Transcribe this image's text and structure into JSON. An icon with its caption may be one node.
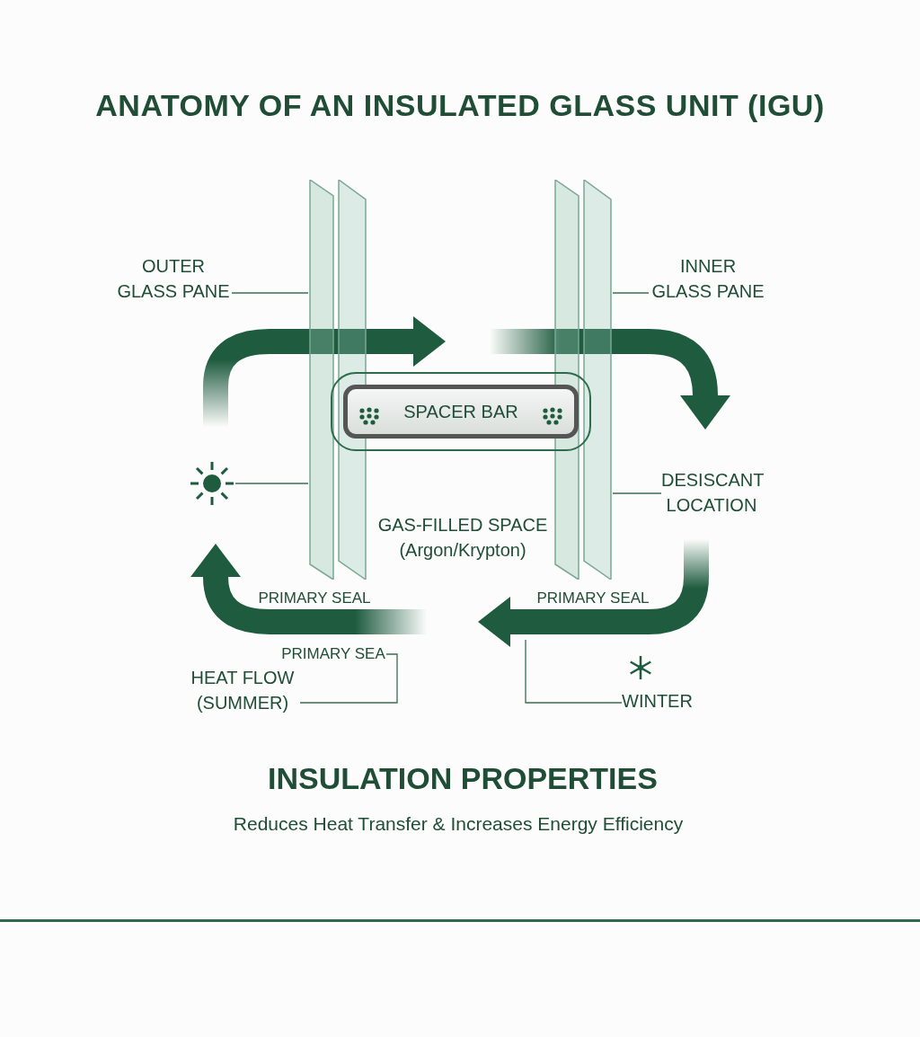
{
  "diagram": {
    "title": "ANATOMY OF AN INSULATED GLASS UNIT (IGU)",
    "nodes": [
      {
        "text": [
          "OUTER GLASS PANE"
        ]
      },
      {
        "text": [],
        "shape": "picture"
      },
      {
        "text": [
          "INNER GLASS PANE"
        ]
      },
      {
        "text": [],
        "shape": "picture"
      },
      {
        "text": [
          "SPACER BAR"
        ]
      },
      {
        "text": [],
        "shape": "picture"
      },
      {
        "text": [
          "DESISCANT LOCATION"
        ]
      },
      {
        "text": [
          "HEAT FLOW (SUMMER)"
        ]
      },
      {
        "text": [
          "WINTER"
        ]
      },
      {
        "text": [
          "PRIMARY SEA"
        ]
      }
    ],
    "edges": [
      {
        "from": 0,
        "to": 1,
        "arrow": "none"
      },
      {
        "from": 2,
        "to": 3,
        "arrow": "none"
      },
      {
        "from": 5,
        "to": 1,
        "arrow": "none"
      },
      {
        "from": 6,
        "to": 3,
        "arrow": "none"
      },
      {
        "from": 7,
        "to": 9,
        "arrow": "none"
      },
      {
        "from": 8,
        "to": null,
        "arrow": "none"
      }
    ],
    "labels": [
      "GAS-FILLED SPACE (Argon/Krypton)",
      "PRIMARY SEAL",
      "PRIMARY SEAL",
      "INSULATION PROPERTIES",
      "Reduces Heat Transfer & Increases Energy Efficiency"
    ]
  }
}
